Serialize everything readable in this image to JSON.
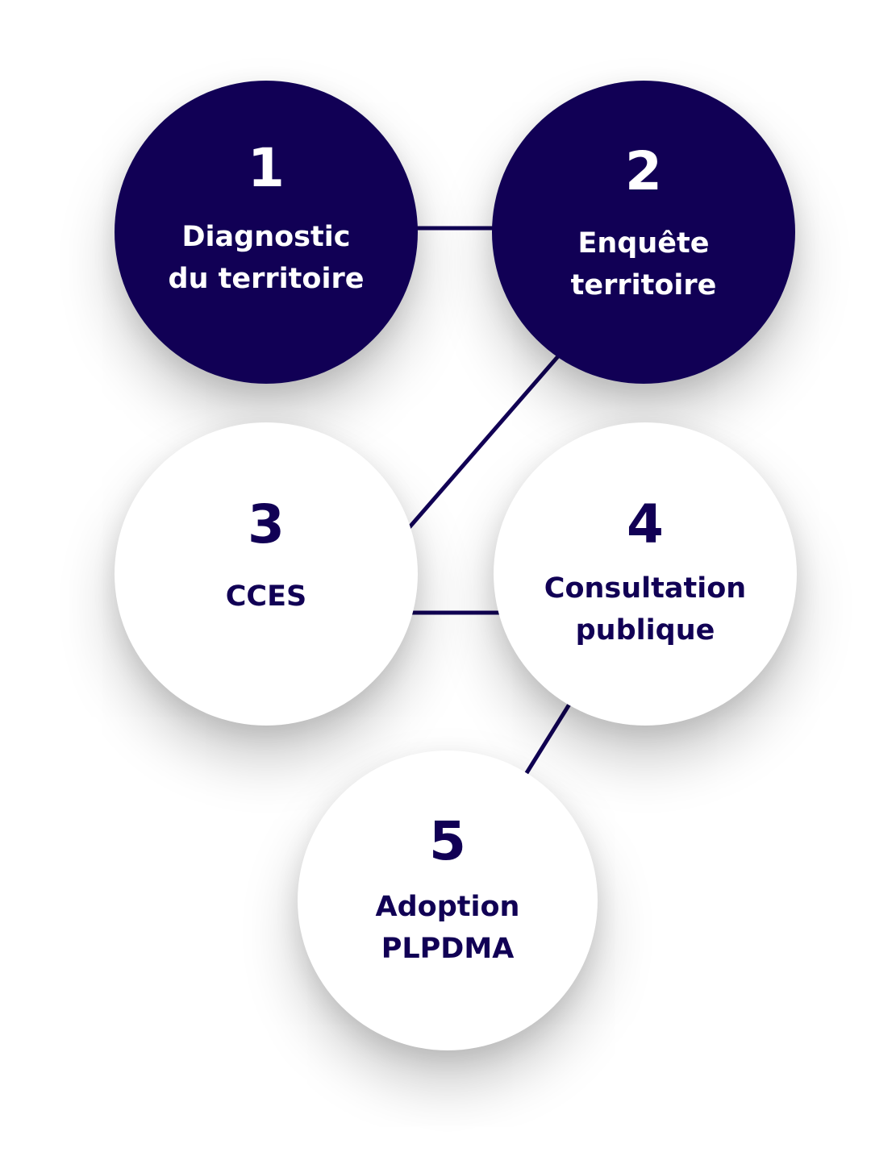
{
  "diagram": {
    "type": "process-steps",
    "colors": {
      "primary": "#110055",
      "on_primary": "#ffffff",
      "background": "#ffffff"
    },
    "steps": [
      {
        "number": "1",
        "label_lines": [
          "Diagnostic",
          "du territoire"
        ],
        "style": "filled"
      },
      {
        "number": "2",
        "label_lines": [
          "Enquête",
          "territoire"
        ],
        "style": "filled"
      },
      {
        "number": "3",
        "label_lines": [
          "CCES"
        ],
        "style": "outline"
      },
      {
        "number": "4",
        "label_lines": [
          "Consultation",
          "publique"
        ],
        "style": "outline"
      },
      {
        "number": "5",
        "label_lines": [
          "Adoption",
          "PLPDMA"
        ],
        "style": "outline"
      }
    ],
    "connections": [
      {
        "from": "1",
        "to": "2"
      },
      {
        "from": "2",
        "to": "3"
      },
      {
        "from": "3",
        "to": "4"
      },
      {
        "from": "4",
        "to": "5"
      }
    ]
  }
}
